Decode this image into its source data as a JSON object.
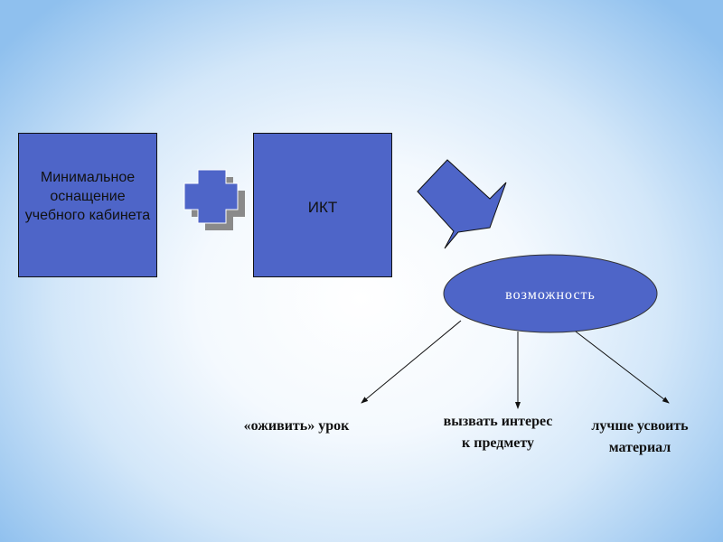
{
  "boxes": {
    "equipment": "Минимальное оснащение учебного кабинета",
    "ict": "ИКТ"
  },
  "ellipse": {
    "label": "возможность"
  },
  "outcomes": [
    "«оживить» урок",
    "вызвать интерес к предмету",
    "лучше усвоить материал"
  ],
  "colors": {
    "shape_fill": "#4e65c8",
    "shadow": "#8a8a8a"
  }
}
